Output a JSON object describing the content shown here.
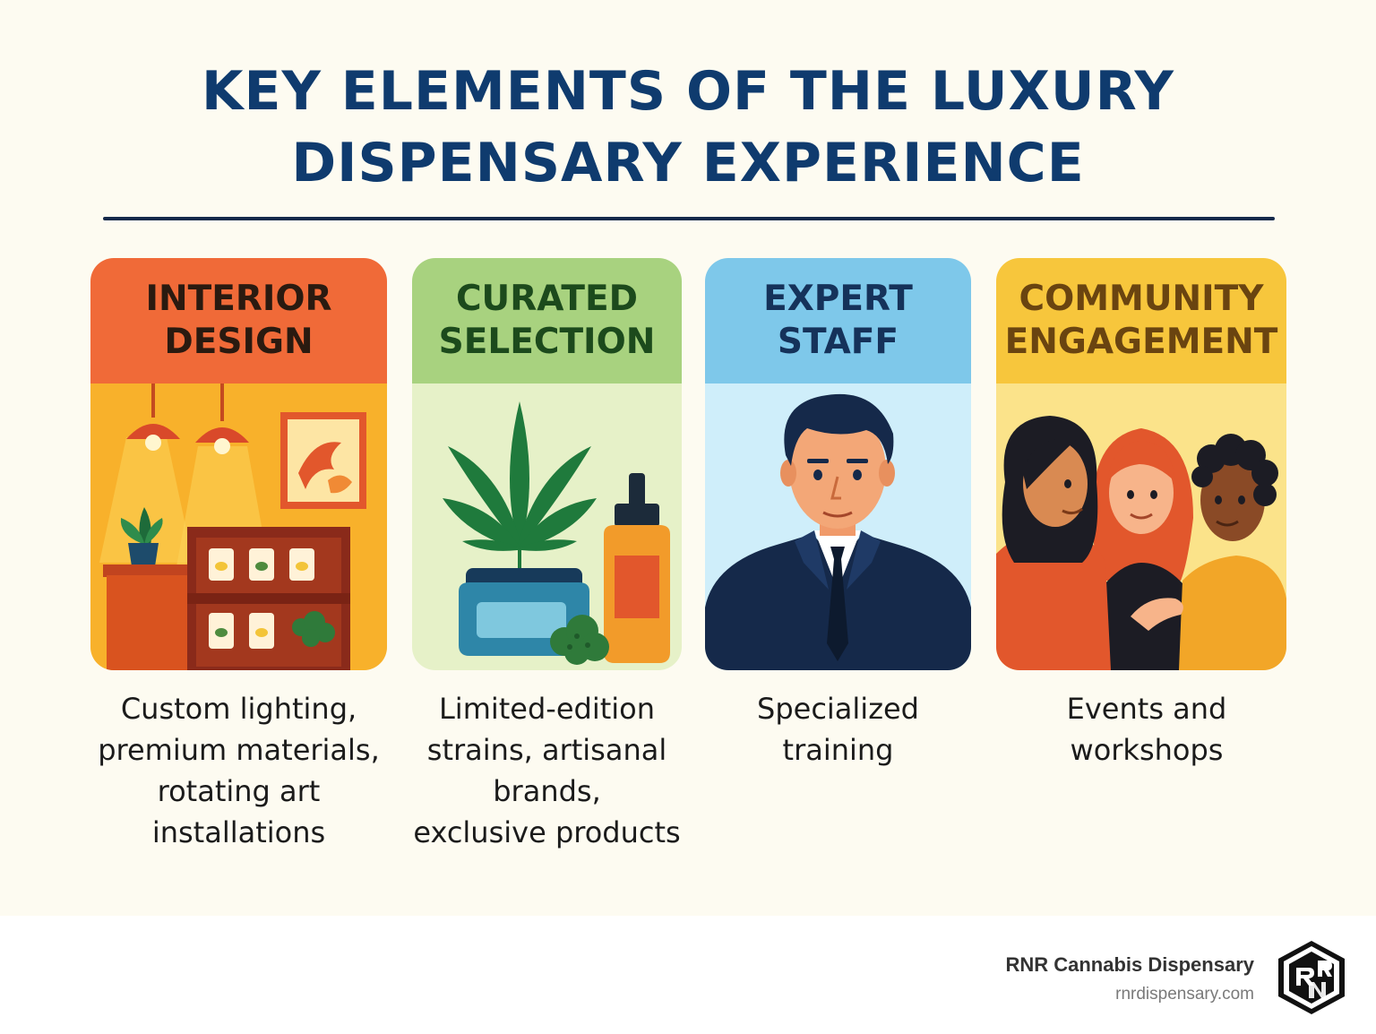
{
  "title": {
    "line1": "KEY ELEMENTS OF THE LUXURY",
    "line2": "DISPENSARY EXPERIENCE"
  },
  "cards": [
    {
      "heading": [
        "INTERIOR",
        "DESIGN"
      ],
      "description": [
        "Custom lighting,",
        "premium materials,",
        "rotating art",
        "installations"
      ],
      "icon": "dispensary-interior-illustration",
      "head_color": "#f06a38",
      "head_text_color": "#2a1a10"
    },
    {
      "heading": [
        "CURATED",
        "SELECTION"
      ],
      "description": [
        "Limited-edition",
        "strains, artisanal",
        "brands,",
        "exclusive products"
      ],
      "icon": "cannabis-products-illustration",
      "head_color": "#a8d27f",
      "head_text_color": "#1c4a1c"
    },
    {
      "heading": [
        "EXPERT",
        "STAFF"
      ],
      "description": [
        "Specialized",
        "training"
      ],
      "icon": "staff-member-illustration",
      "head_color": "#7ec8ea",
      "head_text_color": "#15325a"
    },
    {
      "heading": [
        "COMMUNITY",
        "ENGAGEMENT"
      ],
      "description": [
        "Events and",
        "workshops"
      ],
      "icon": "community-group-illustration",
      "head_color": "#f7c63c",
      "head_text_color": "#6a4410"
    }
  ],
  "footer": {
    "brand": "RNR Cannabis Dispensary",
    "url": "rnrdispensary.com",
    "logo_text": "RNR"
  }
}
